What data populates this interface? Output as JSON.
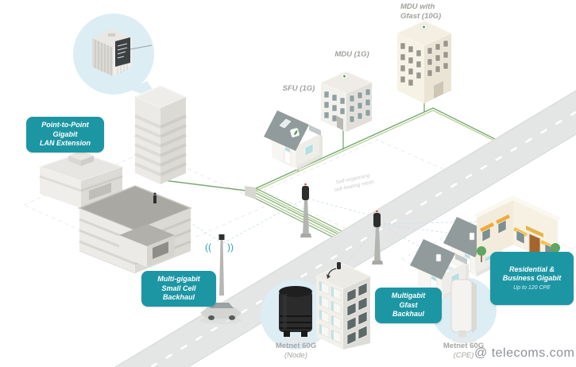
{
  "figure": {
    "watermark": "@ telecoms.com",
    "mesh_caption": "Self-organising\nself-healing mesh",
    "callouts": {
      "ptp": "Point-to-Point\nGigabit\nLAN Extension",
      "small_cell": "Multi-gigabit\nSmall Cell\nBackhaul",
      "gfast": "Multigabit\nGfast\nBackhaul",
      "res_biz": "Residential &\nBusiness Gigabit",
      "res_biz_sub": "Up to 120 CPE"
    },
    "building_labels": {
      "sfu": "SFU (1G)",
      "mdu": "MDU (1G)",
      "mdu_gfast": "MDU with\nGfast (10G)"
    },
    "devices": {
      "node_name": "Metnet 60G",
      "node_variant": "(Node)",
      "cpe_name": "Metnet 60G",
      "cpe_variant": "(CPE)"
    },
    "colors": {
      "callout_teal": "#1d96a4",
      "bubble_blue": "#dcedf4",
      "conduit_green": "#7aa973",
      "road_gray": "#e4e5e5",
      "label_gray": "#a0a09d"
    }
  }
}
